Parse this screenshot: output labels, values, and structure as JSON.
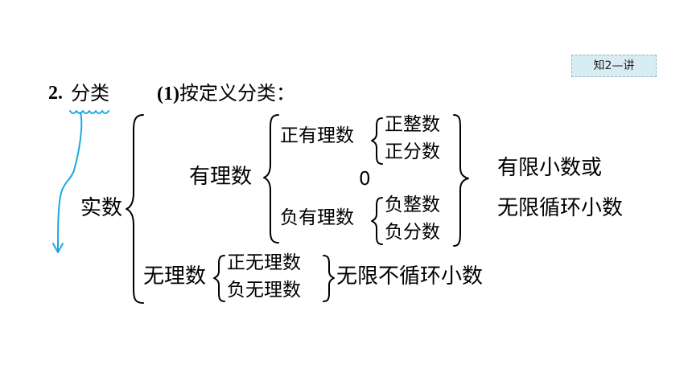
{
  "badge": "知2—讲",
  "section": {
    "number": "2.",
    "title": "分类"
  },
  "subsection": {
    "number": "(1)",
    "title": "按定义分类："
  },
  "tree": {
    "root": "实数",
    "rational": {
      "label": "有理数",
      "positive": {
        "label": "正有理数",
        "children": [
          "正整数",
          "正分数"
        ]
      },
      "zero": "0",
      "negative": {
        "label": "负有理数",
        "children": [
          "负整数",
          "负分数"
        ]
      },
      "description": [
        "有限小数或",
        "无限循环小数"
      ]
    },
    "irrational": {
      "label": "无理数",
      "children": [
        "正无理数",
        "负无理数"
      ],
      "description": "无限不循环小数"
    }
  },
  "colors": {
    "annotation": "#1ea7e1",
    "badge_bg": "#d8ecf4",
    "badge_border": "#8fb7c9"
  }
}
